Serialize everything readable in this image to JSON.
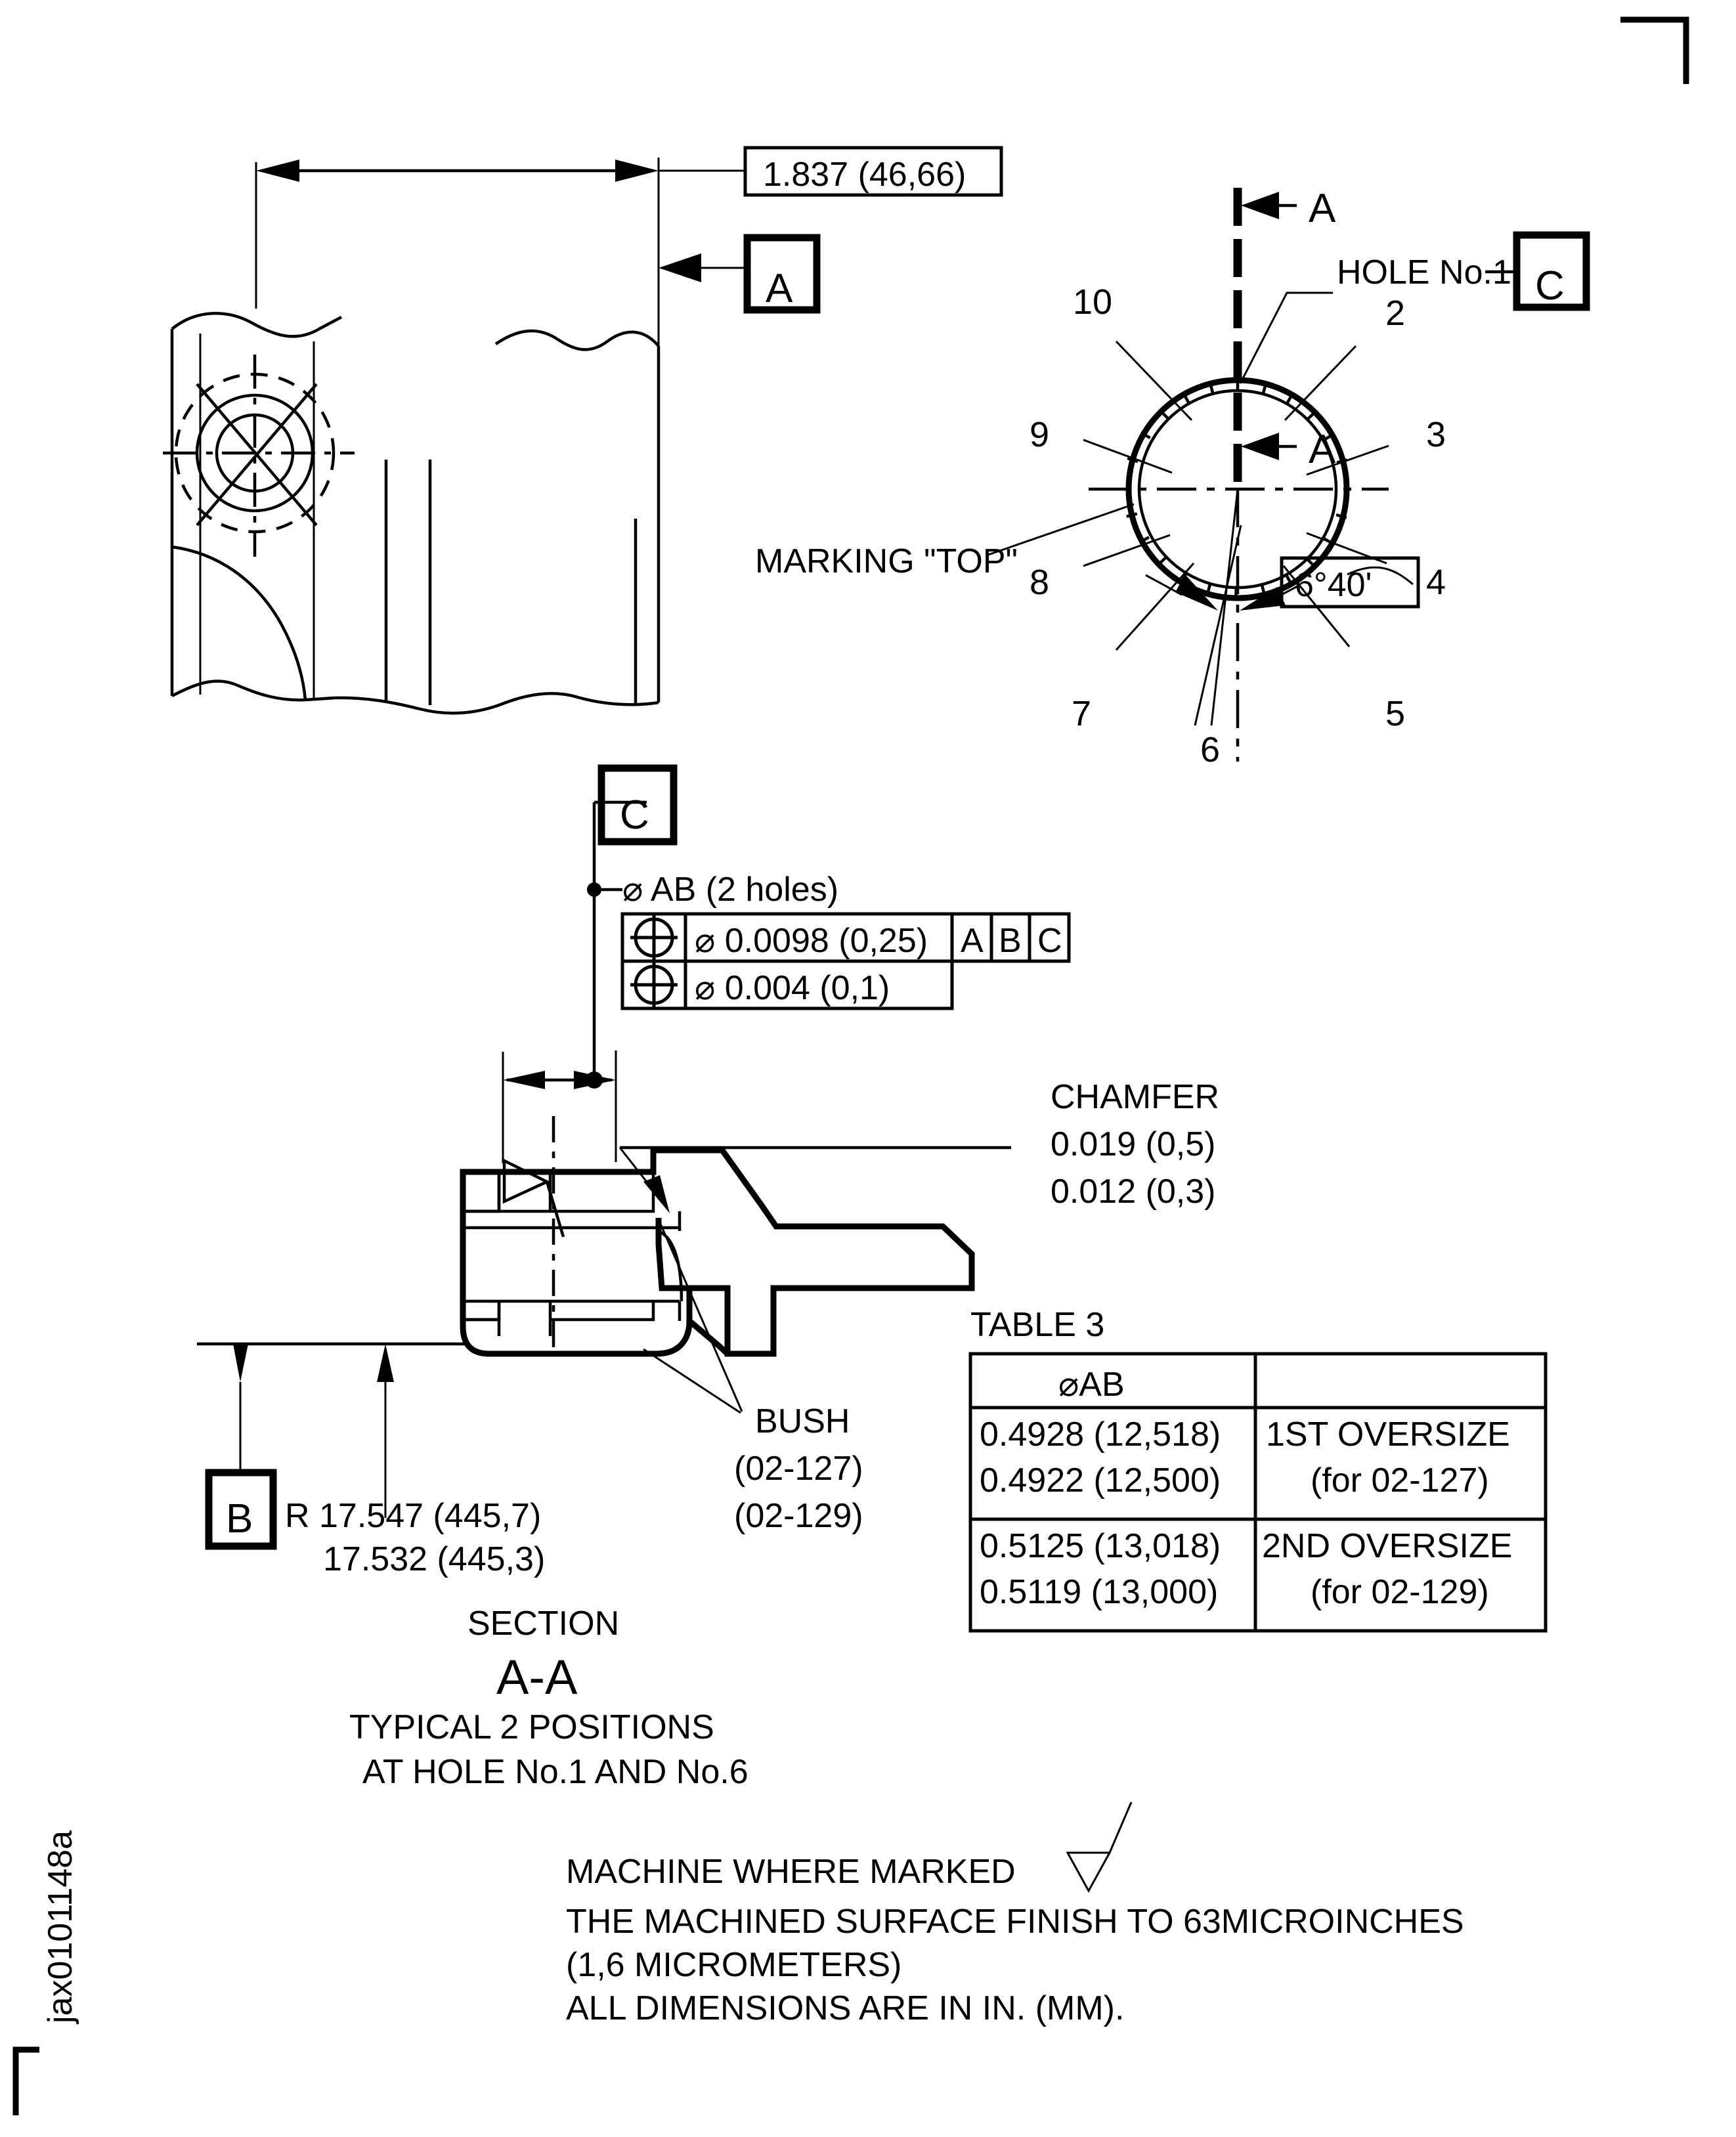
{
  "drawing": {
    "sheet_id": "jax0101148a",
    "top_view": {
      "overall_dim": "1.837 (46,66)",
      "datum_a_label": "A",
      "marking_note": "MARKING \"TOP\"",
      "section_arrow_label": "A",
      "hole_callout": "HOLE No.1",
      "datum_c_label": "C",
      "angle_dim": "6°40'",
      "hole_numbers": [
        "2",
        "3",
        "4",
        "5",
        "6",
        "7",
        "8",
        "9",
        "10"
      ]
    },
    "gdt": {
      "datum_c_label": "C",
      "hole_label": "⌀ AB (2 holes)",
      "frames": [
        {
          "symbol": "position-symbol",
          "tolerance": "⌀ 0.0098 (0,25)",
          "datums": [
            "A",
            "B",
            "C"
          ]
        },
        {
          "symbol": "position-symbol",
          "tolerance": "⌀ 0.004 (0,1)",
          "datums": []
        }
      ]
    },
    "section": {
      "chamfer_title": "CHAMFER",
      "chamfer_upper": "0.019 (0,5)",
      "chamfer_lower": "0.012 (0,3)",
      "bush_title": "BUSH",
      "bush_part_1": "(02-127)",
      "bush_part_2": "(02-129)",
      "datum_b_label": "B",
      "radius_upper": "R 17.547 (445,7)",
      "radius_lower": "17.532 (445,3)",
      "caption_section": "SECTION",
      "caption_name": "A-A",
      "caption_note_1": "TYPICAL 2 POSITIONS",
      "caption_note_2": "AT HOLE No.1 AND No.6"
    },
    "table3": {
      "title": "TABLE 3",
      "headers": [
        "⌀AB",
        ""
      ],
      "rows": [
        {
          "dia_upper": "0.4928 (12,518)",
          "dia_lower": "0.4922 (12,500)",
          "desc_upper": "1ST OVERSIZE",
          "desc_lower": "(for 02-127)"
        },
        {
          "dia_upper": "0.5125 (13,018)",
          "dia_lower": "0.5119 (13,000)",
          "desc_upper": "2ND OVERSIZE",
          "desc_lower": "(for 02-129)"
        }
      ]
    },
    "notes": {
      "line_1": "MACHINE WHERE MARKED",
      "line_2": "THE MACHINED SURFACE FINISH TO 63MICROINCHES",
      "line_3": "(1,6 MICROMETERS)",
      "line_4": "ALL DIMENSIONS ARE IN IN. (MM)."
    },
    "colors": {
      "ink": "#000000",
      "paper": "#ffffff"
    }
  }
}
